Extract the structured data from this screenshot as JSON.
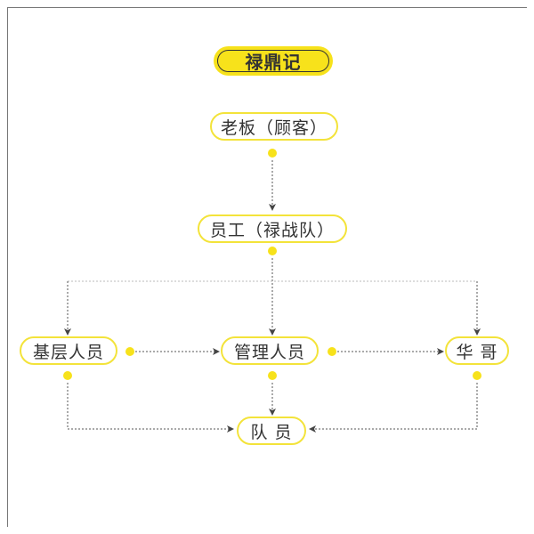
{
  "title": "禄鼎记",
  "nodes": {
    "boss": "老板（顾客）",
    "staff": "员工（禄战队）",
    "base": "基层人员",
    "management": "管理人员",
    "huage": "华 哥",
    "member": "队 员"
  },
  "colors": {
    "accent": "#f7e21b",
    "line": "#444444"
  }
}
